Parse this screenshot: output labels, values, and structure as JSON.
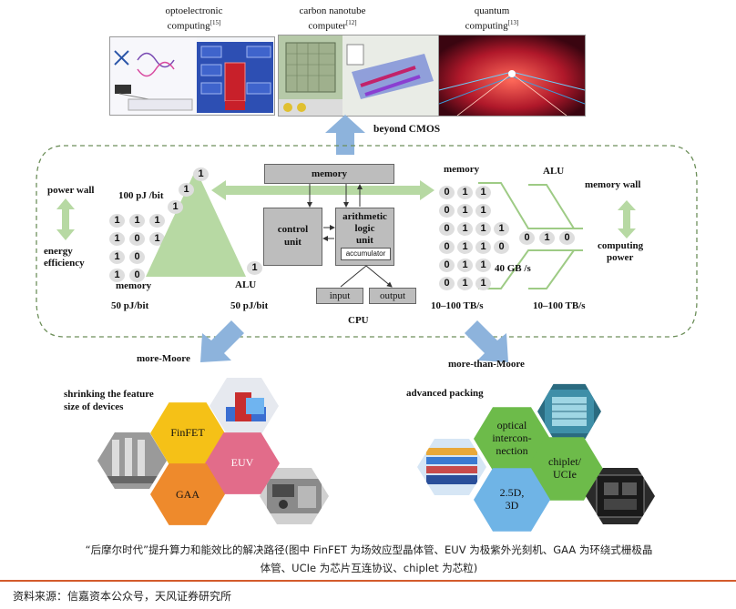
{
  "top": {
    "optoelectronic": {
      "title_line1": "optoelectronic",
      "title_line2": "computing",
      "ref": "[15]"
    },
    "carbon": {
      "title_line1": "carbon nanotube",
      "title_line2": "computer",
      "ref": "[12]"
    },
    "quantum": {
      "title_line1": "quantum",
      "title_line2": "computing",
      "ref": "[13]"
    },
    "beyond": "beyond CMOS"
  },
  "left": {
    "power_wall": "power wall",
    "energy_l1": "energy",
    "energy_l2": "efficiency",
    "pj_bit_100": "100 pJ /bit",
    "memory": "memory",
    "alu": "ALU",
    "pj_bit_50_left": "50 pJ/bit",
    "pj_bit_50_right": "50 pJ/bit",
    "bits_grid": [
      [
        "1",
        "1",
        "1"
      ],
      [
        "1",
        "0",
        "1"
      ],
      [
        "1",
        "0",
        ""
      ],
      [
        "1",
        "0",
        ""
      ]
    ],
    "triangle_bits": [
      "1",
      "1",
      "1"
    ],
    "alu_bit": "1"
  },
  "cpu": {
    "memory": "memory",
    "control_l1": "control",
    "control_l2": "unit",
    "arith_l1": "arithmetic",
    "arith_l2": "logic",
    "arith_l3": "unit",
    "accumulator": "accumulator",
    "input": "input",
    "output": "output",
    "label": "CPU"
  },
  "right": {
    "memory": "memory",
    "alu": "ALU",
    "memory_wall": "memory wall",
    "computing_l1": "computing",
    "computing_l2": "power",
    "gb_s": "40 GB /s",
    "tb_s_left": "10–100 TB/s",
    "tb_s_right": "10–100 TB/s",
    "bits_rows": [
      [
        "0",
        "1",
        "1",
        ""
      ],
      [
        "0",
        "1",
        "1",
        ""
      ],
      [
        "0",
        "1",
        "1",
        "1"
      ],
      [
        "0",
        "1",
        "1",
        "0"
      ],
      [
        "0",
        "1",
        "1",
        ""
      ],
      [
        "0",
        "1",
        "1",
        ""
      ]
    ],
    "alu_bits": [
      "0",
      "1",
      "0"
    ]
  },
  "bottom": {
    "more_moore": "more-Moore",
    "more_than_moore": "more-than-Moore",
    "shrink_l1": "shrinking the feature",
    "shrink_l2": "size of devices",
    "advanced_packing": "advanced packing",
    "finfet": "FinFET",
    "euv": "EUV",
    "gaa": "GAA",
    "optical_l1": "optical",
    "optical_l2": "intercon-",
    "optical_l3": "nection",
    "chiplet_l1": "chiplet/",
    "chiplet_l2": "UCIe",
    "d25_l1": "2.5D,",
    "d25_l2": "3D"
  },
  "caption_line1": "“后摩尔时代”提升算力和能效比的解决路径(图中 FinFET 为场效应型晶体管、EUV 为极紫外光刻机、GAA 为环绕式栅极晶",
  "caption_line2": "体管、UCIe 为芯片互连协议、chiplet 为芯粒)",
  "source": "资料来源：信嘉资本公众号，天风证券研究所",
  "colors": {
    "green": "#b7d9a3",
    "blue_arrow": "#8db3dc",
    "hex_yellow": "#f5c117",
    "hex_pink": "#e26c8a",
    "hex_orange": "#ee8a2c",
    "hex_green": "#6dbb4a",
    "hex_blue": "#6fb4e6",
    "rule": "#d35b2c"
  }
}
